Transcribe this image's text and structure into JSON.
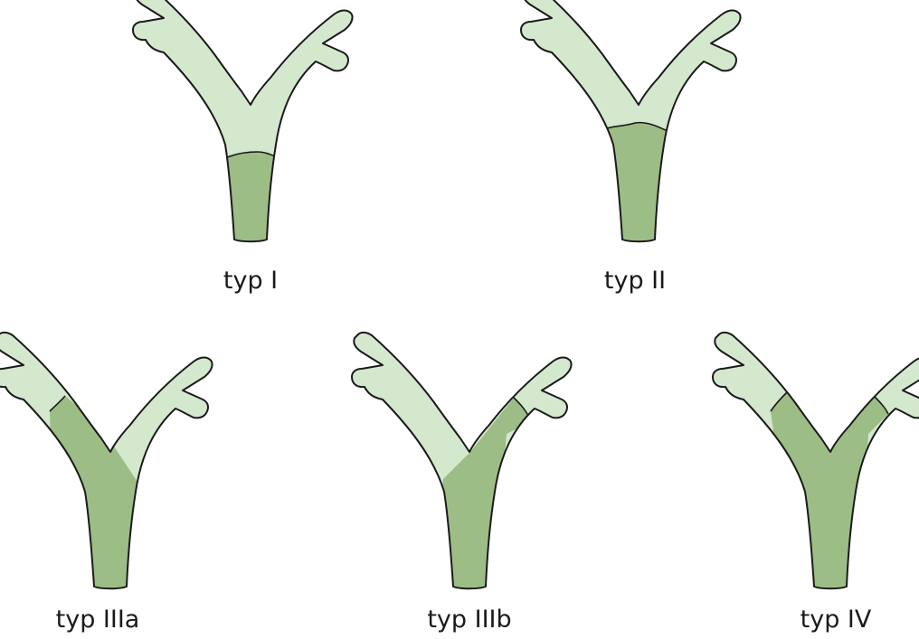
{
  "colors": {
    "light_fill": "#d3e8cd",
    "dark_fill": "#9dbd86",
    "stroke": "#1a1a1a"
  },
  "diagrams": [
    {
      "id": "typ-1",
      "label": "typ I"
    },
    {
      "id": "typ-2",
      "label": "typ II"
    },
    {
      "id": "typ-3a",
      "label": "typ IIIa"
    },
    {
      "id": "typ-3b",
      "label": "typ IIIb"
    },
    {
      "id": "typ-4",
      "label": "typ IV"
    }
  ]
}
